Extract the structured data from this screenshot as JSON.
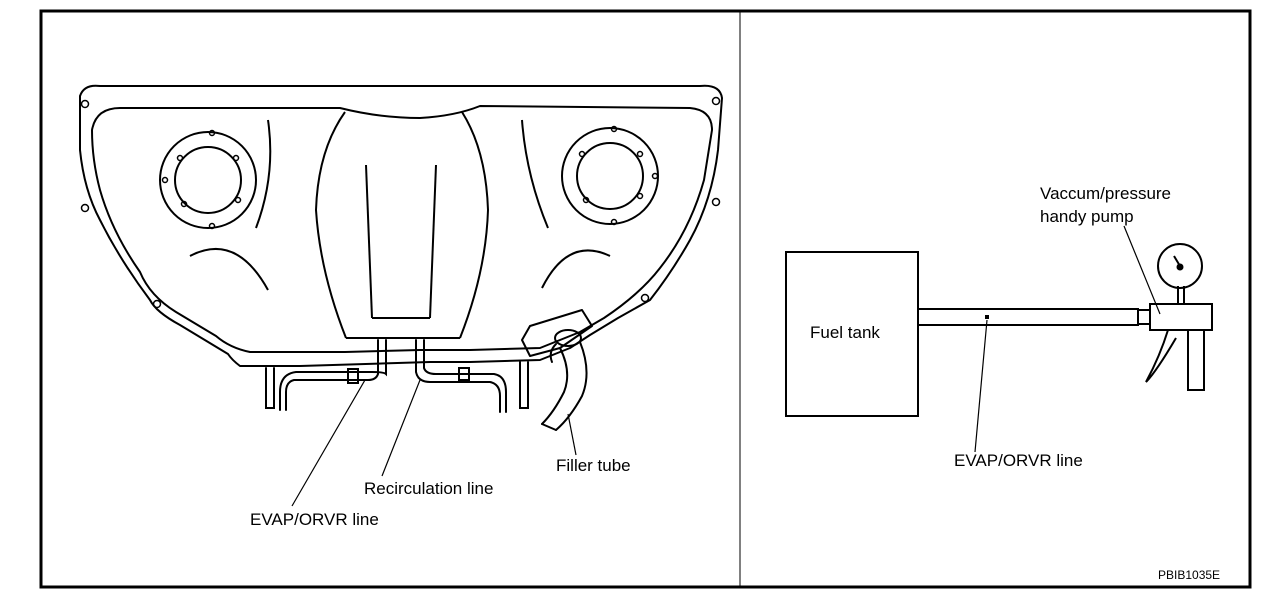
{
  "diagram": {
    "left_panel": {
      "labels": {
        "filler_tube": "Filler tube",
        "recirculation_line": "Recirculation line",
        "evap_orvr_line": "EVAP/ORVR line"
      }
    },
    "right_panel": {
      "labels": {
        "pump_line1": "Vaccum/pressure",
        "pump_line2": "handy pump",
        "fuel_tank": "Fuel tank",
        "evap_orvr_line": "EVAP/ORVR line"
      }
    },
    "figure_code": "PBIB1035E"
  }
}
